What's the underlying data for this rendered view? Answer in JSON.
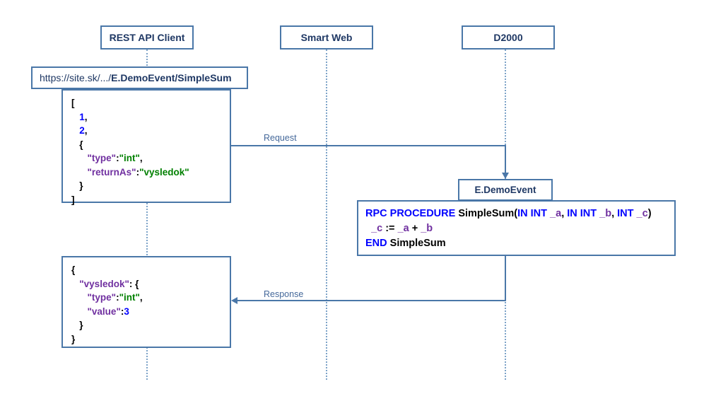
{
  "diagram": {
    "title": "REST API call sequence",
    "colors": {
      "border": "#4a77a8",
      "actor_text": "#1f3864",
      "lifeline": "#7da3c8",
      "label": "#44689a",
      "json_key": "#7030a0",
      "json_string": "#008000",
      "json_number": "#0000ff",
      "code_keyword": "#0000ff",
      "code_variable": "#7030a0"
    }
  },
  "actors": [
    {
      "id": "rest-api-client",
      "label": "REST API Client"
    },
    {
      "id": "smart-web",
      "label": "Smart Web"
    },
    {
      "id": "d2000",
      "label": "D2000"
    }
  ],
  "url_bar": {
    "prefix": "https://site.sk/.../",
    "path": "E.DemoEvent/SimpleSum"
  },
  "request_body": {
    "lines": [
      [
        {
          "t": "[",
          "c": "punct"
        }
      ],
      [
        {
          "t": "   ",
          "c": "plain"
        },
        {
          "t": "1",
          "c": "num"
        },
        {
          "t": ",",
          "c": "punct"
        }
      ],
      [
        {
          "t": "   ",
          "c": "plain"
        },
        {
          "t": "2",
          "c": "num"
        },
        {
          "t": ",",
          "c": "punct"
        }
      ],
      [
        {
          "t": "   {",
          "c": "punct"
        }
      ],
      [
        {
          "t": "      ",
          "c": "plain"
        },
        {
          "t": "\"type\"",
          "c": "key"
        },
        {
          "t": ":",
          "c": "punct"
        },
        {
          "t": "\"int\"",
          "c": "str"
        },
        {
          "t": ",",
          "c": "punct"
        }
      ],
      [
        {
          "t": "      ",
          "c": "plain"
        },
        {
          "t": "\"returnAs\"",
          "c": "key"
        },
        {
          "t": ":",
          "c": "punct"
        },
        {
          "t": "\"vysledok\"",
          "c": "str"
        }
      ],
      [
        {
          "t": "   }",
          "c": "punct"
        }
      ],
      [
        {
          "t": "]",
          "c": "punct"
        }
      ]
    ]
  },
  "response_body": {
    "lines": [
      [
        {
          "t": "{",
          "c": "punct"
        }
      ],
      [
        {
          "t": "   ",
          "c": "plain"
        },
        {
          "t": "\"vysledok\"",
          "c": "key"
        },
        {
          "t": ": {",
          "c": "punct"
        }
      ],
      [
        {
          "t": "      ",
          "c": "plain"
        },
        {
          "t": "\"type\"",
          "c": "key"
        },
        {
          "t": ":",
          "c": "punct"
        },
        {
          "t": "\"int\"",
          "c": "str"
        },
        {
          "t": ",",
          "c": "punct"
        }
      ],
      [
        {
          "t": "      ",
          "c": "plain"
        },
        {
          "t": "\"value\"",
          "c": "key"
        },
        {
          "t": ":",
          "c": "punct"
        },
        {
          "t": "3",
          "c": "num"
        }
      ],
      [
        {
          "t": "   }",
          "c": "punct"
        }
      ],
      [
        {
          "t": "}",
          "c": "punct"
        }
      ]
    ]
  },
  "event_box": {
    "label": "E.DemoEvent"
  },
  "rpc_code": {
    "lines": [
      [
        {
          "t": "RPC PROCEDURE ",
          "c": "kw"
        },
        {
          "t": "SimpleSum(",
          "c": "plain"
        },
        {
          "t": "IN INT ",
          "c": "kw"
        },
        {
          "t": "_a",
          "c": "var"
        },
        {
          "t": ", ",
          "c": "plain"
        },
        {
          "t": "IN INT ",
          "c": "kw"
        },
        {
          "t": "_b",
          "c": "var"
        },
        {
          "t": ", ",
          "c": "plain"
        },
        {
          "t": "INT ",
          "c": "kw"
        },
        {
          "t": "_c",
          "c": "var"
        },
        {
          "t": ")",
          "c": "plain"
        }
      ],
      [
        {
          "t": "  ",
          "c": "plain"
        },
        {
          "t": "_c",
          "c": "var"
        },
        {
          "t": " := ",
          "c": "plain"
        },
        {
          "t": "_a",
          "c": "var"
        },
        {
          "t": " + ",
          "c": "plain"
        },
        {
          "t": "_b",
          "c": "var"
        }
      ],
      [
        {
          "t": "END ",
          "c": "kw"
        },
        {
          "t": "SimpleSum",
          "c": "plain"
        }
      ]
    ]
  },
  "messages": [
    {
      "id": "request",
      "label": "Request"
    },
    {
      "id": "response",
      "label": "Response"
    }
  ]
}
